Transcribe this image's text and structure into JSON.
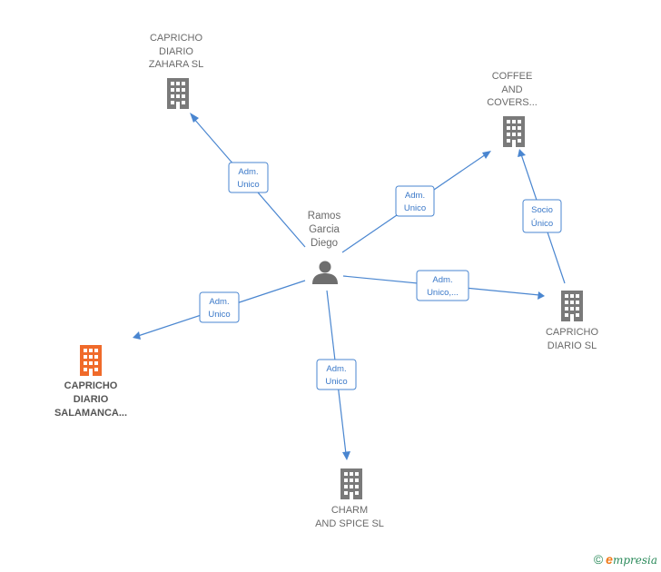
{
  "nodes": {
    "person": {
      "lines": [
        "Ramos",
        "Garcia",
        "Diego"
      ]
    },
    "zahara": {
      "lines": [
        "CAPRICHO",
        "DIARIO",
        "ZAHARA  SL"
      ]
    },
    "coffee": {
      "lines": [
        "COFFEE",
        "AND",
        "COVERS..."
      ]
    },
    "capricho": {
      "lines": [
        "CAPRICHO",
        "DIARIO  SL"
      ]
    },
    "salamanca": {
      "lines": [
        "CAPRICHO",
        "DIARIO",
        "SALAMANCA..."
      ]
    },
    "charm": {
      "lines": [
        "CHARM",
        "AND SPICE  SL"
      ]
    }
  },
  "edges": {
    "to_zahara": [
      "Adm.",
      "Unico"
    ],
    "to_coffee": [
      "Adm.",
      "Unico"
    ],
    "to_capricho": [
      "Adm.",
      "Unico,..."
    ],
    "to_salamanca": [
      "Adm.",
      "Unico"
    ],
    "to_charm": [
      "Adm.",
      "Unico"
    ],
    "capricho_to_coffee": [
      "Socio",
      "Único"
    ]
  },
  "colors": {
    "edge": "#4a86d0",
    "building_gray": "#7a7a7a",
    "building_main": "#f06a2a",
    "person": "#6e6e6e"
  },
  "footer": {
    "copyright": "©",
    "brand_initial": "e",
    "brand_rest": "mpresia"
  }
}
